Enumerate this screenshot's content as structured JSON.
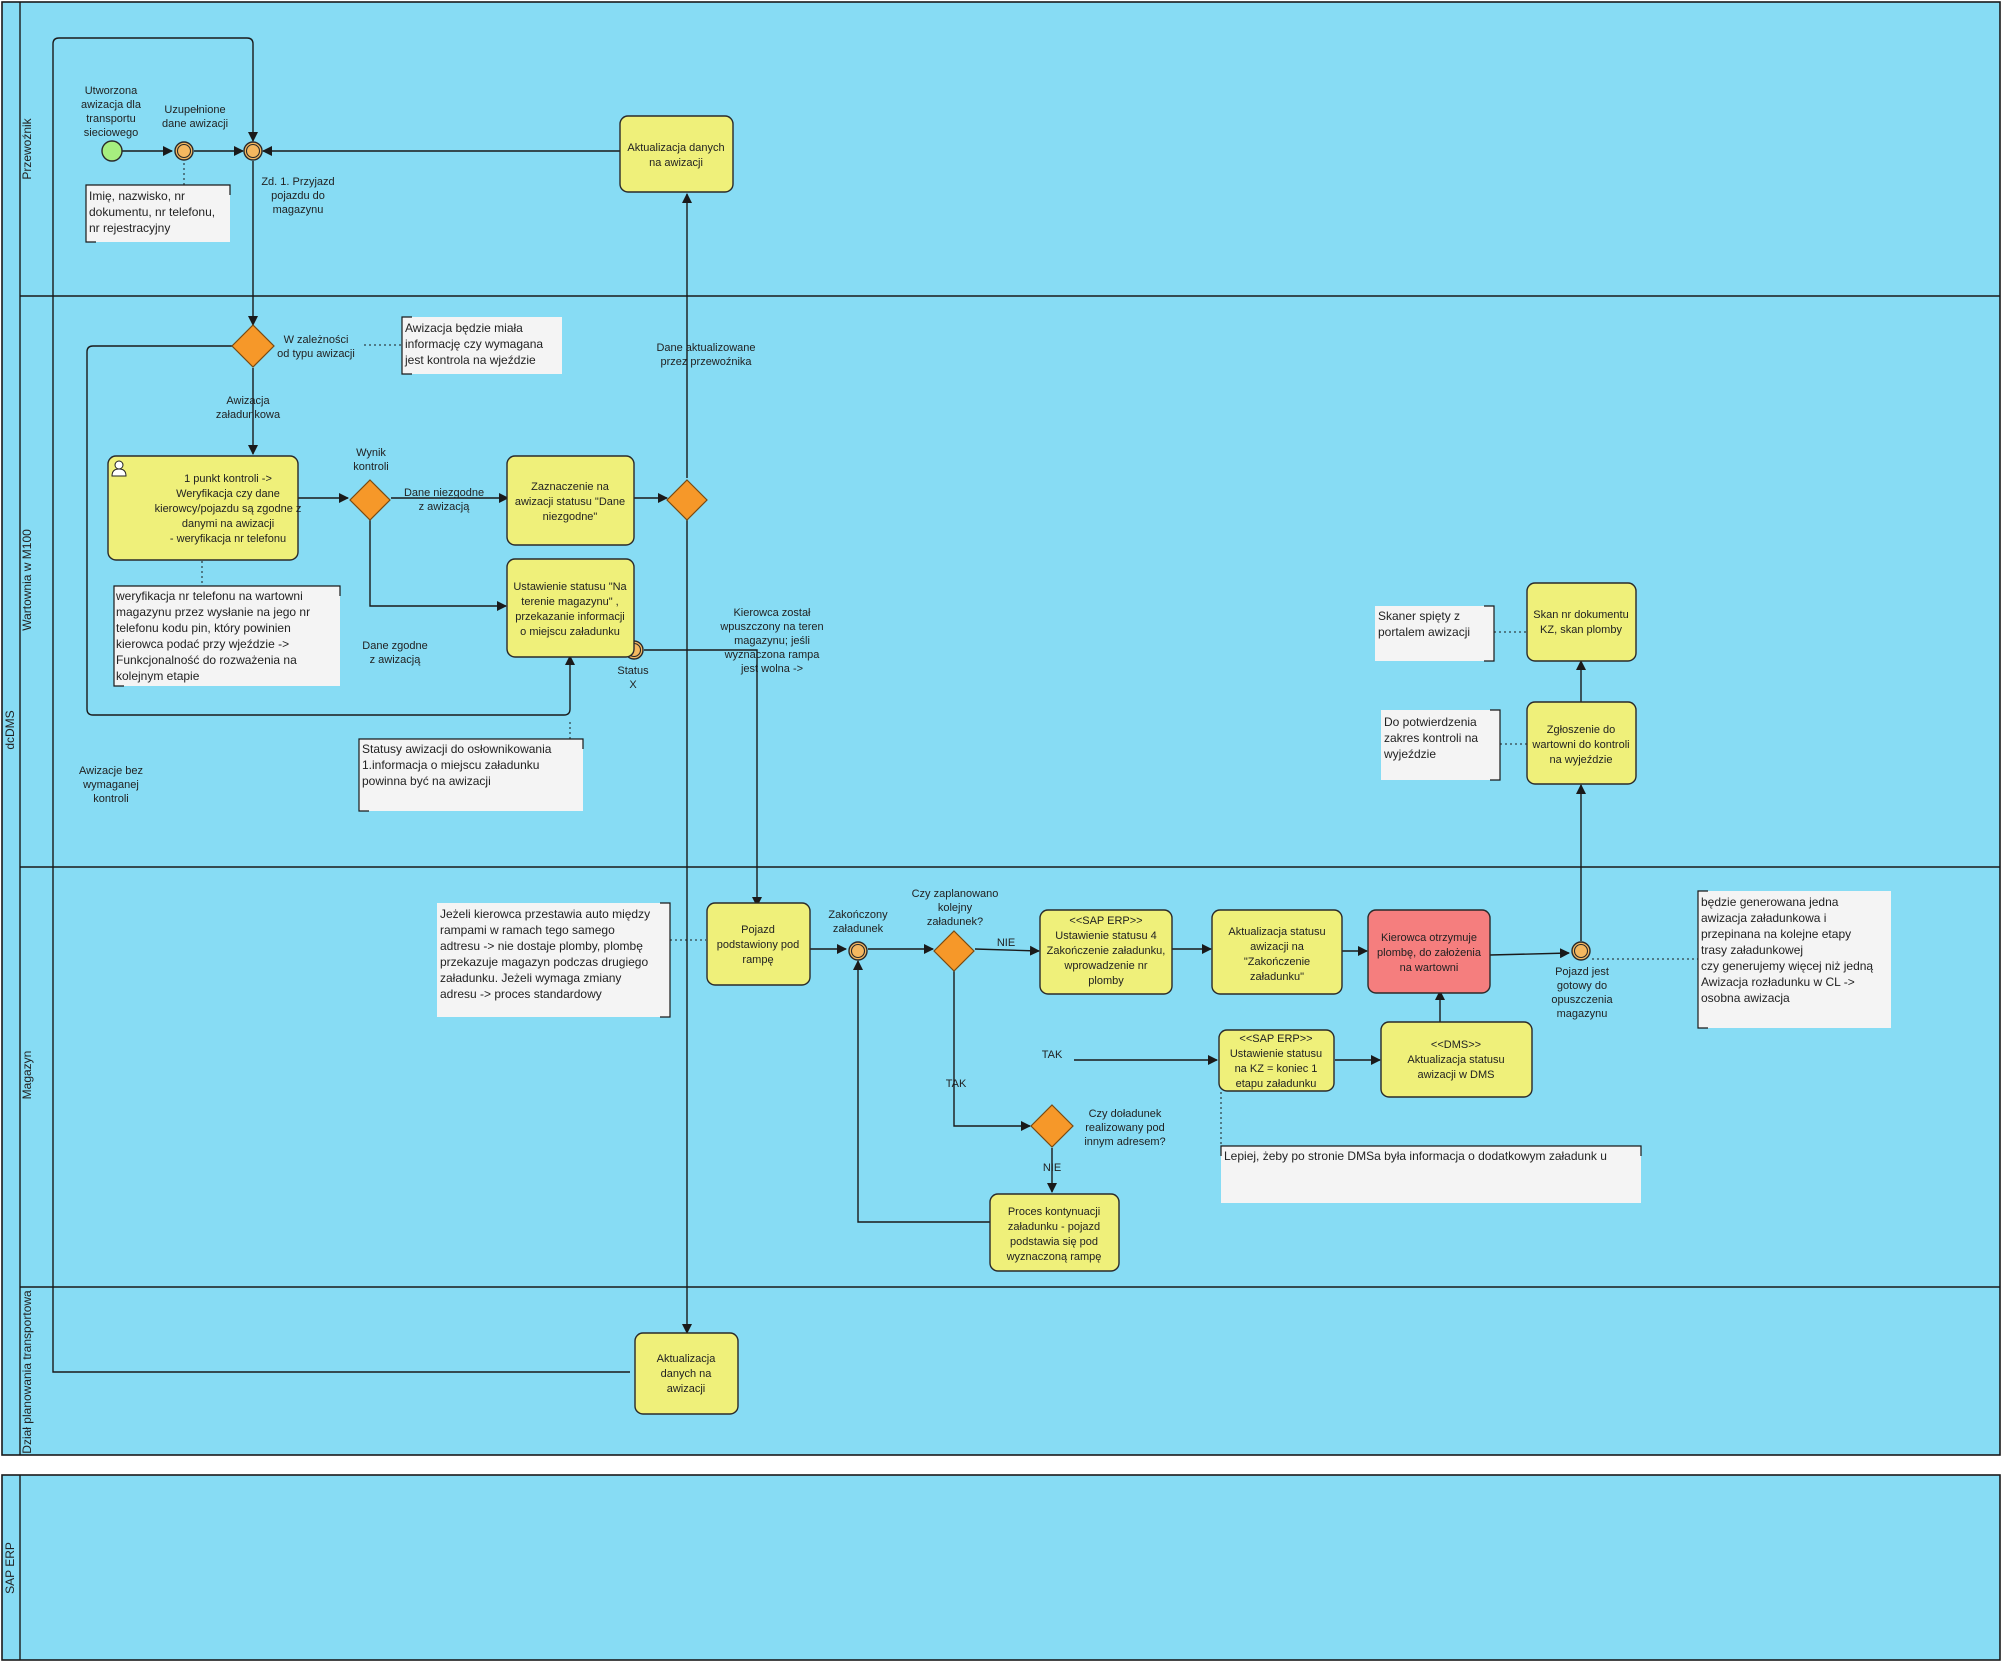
{
  "pools": {
    "dcdms": "dcDMS",
    "sap": "SAP ERP"
  },
  "lanes": {
    "przewoznik": "Przewoźnik",
    "wartownia": "Wartownia w M100",
    "magazyn": "Magazyn",
    "dzial": "Dział planowania transportowa"
  },
  "tasks": {
    "aktualizacja_przew": [
      "Aktualizacja danych",
      "na awizacji"
    ],
    "punkt_kontroli": [
      "1 punkt kontroli ->",
      "Weryfikacja czy dane",
      "kierowcy/pojazdu są zgodne z",
      "danymi na awizacji",
      "- weryfikacja nr telefonu"
    ],
    "zaznaczenie": [
      "Zaznaczenie na",
      "awizacji statusu \"Dane",
      "niezgodne\""
    ],
    "ustawienie_statusu": [
      "Ustawienie statusu \"Na",
      "terenie magazynu\" ,",
      "przekazanie informacji",
      "o miejscu załadunku"
    ],
    "skan": [
      "Skan nr dokumentu",
      "KZ, skan plomby"
    ],
    "zgloszenie": [
      "Zgłoszenie do",
      "wartowni do kontroli",
      "na wyjeździe"
    ],
    "pojazd_podstawiony": [
      "Pojazd",
      "podstawiony pod",
      "rampę"
    ],
    "sap_status4": [
      "<<SAP ERP>>",
      "Ustawienie statusu 4",
      "Zakończenie załadunku,",
      "wprowadzenie nr",
      "plomby"
    ],
    "aktualizacja_zak": [
      "Aktualizacja statusu",
      "awizacji na",
      "\"Zakończenie",
      "załadunku\""
    ],
    "kierowca_plombe": [
      "Kierowca otrzymuje",
      "plombę, do założenia",
      "na wartowni"
    ],
    "sap_kz": [
      "<<SAP ERP>>",
      "Ustawienie statusu",
      "na KZ = koniec 1",
      "etapu załadunku"
    ],
    "dms_akt": [
      "<<DMS>>",
      "Aktualizacja statusu",
      "awizacji w DMS"
    ],
    "proces_kont": [
      "Proces kontynuacji",
      "załadunku - pojazd",
      "podstawia się pod",
      "wyznaczoną rampę"
    ],
    "aktualizacja_dzial": [
      "Aktualizacja",
      "danych na",
      "awizacji"
    ]
  },
  "labels": {
    "utworzona": [
      "Utworzona",
      "awizacja dla",
      "transportu",
      "sieciowego"
    ],
    "uzupelnione": [
      "Uzupełnione",
      "dane awizacji"
    ],
    "przyjazd": [
      "Zd. 1. Przyjazd",
      "pojazdu do",
      "magazynu"
    ],
    "w_zaleznosci": [
      "W zależności",
      "od typu awizacji"
    ],
    "awizacja_zal": [
      "Awizacja",
      "załadunkowa"
    ],
    "wynik": [
      "Wynik",
      "kontroli"
    ],
    "dane_niezgodne": [
      "Dane niezgodne",
      "z awizacją"
    ],
    "dane_zgodne": [
      "Dane zgodne",
      "z awizacją"
    ],
    "dane_akt": [
      "Dane aktualizowane",
      "przez przewoźnika"
    ],
    "status_x": [
      "Status",
      "X"
    ],
    "kierowca_wpuszczony": [
      "Kierowca został",
      "wpuszczony na teren",
      "magazynu; jeśli",
      "wyznaczona rampa",
      "jest wolna ->"
    ],
    "awizacje_bez": [
      "Awizacje bez",
      "wymaganej",
      "kontroli"
    ],
    "zakonczony": [
      "Zakończony",
      "załadunek"
    ],
    "czy_zaplanowano": [
      "Czy zaplanowano",
      "kolejny",
      "załadunek?"
    ],
    "nie1": "NIE",
    "tak1": "TAK",
    "tak2": "TAK",
    "nie2": "NIE",
    "czy_doladunek": [
      "Czy doładunek",
      "realizowany pod",
      "innym adresem?"
    ],
    "pojazd_gotowy": [
      "Pojazd jest",
      "gotowy do",
      "opuszczenia",
      "magazynu"
    ]
  },
  "notes": {
    "imie": [
      "Imię, nazwisko, nr",
      "dokumentu, nr telefonu,",
      "nr rejestracyjny"
    ],
    "awizacja_info": [
      "Awizacja będzie miała",
      "informację czy wymagana",
      "jest kontrola na wjeździe"
    ],
    "weryfikacja": [
      " weryfikacja nr telefonu na wartowni",
      "magazynu przez wysłanie na jego nr",
      "telefonu kodu pin, który powinien",
      "kierowca podać przy wjeździe ->",
      "Funkcjonalność do rozważenia na",
      "kolejnym etapie"
    ],
    "statusy": [
      "Statusy awizacji do osłownikowania",
      "",
      "1.informacja o miejscu załadunku",
      "powinna być na awizacji"
    ],
    "skaner": [
      "Skaner spięty z",
      "portalem awizacji"
    ],
    "potwierdzenia": [
      "Do potwierdzenia",
      "zakres kontroli na",
      "wyjeździe"
    ],
    "przestawia": [
      "Jeżeli kierowca przestawia auto  między",
      "rampami w ramach tego samego",
      "adtresu -> nie dostaje plomby, plombę",
      "przekazuje magazyn podczas drugiego",
      "załadunku. Jeżeli wymaga zmiany",
      "adresu -> proces standardowy"
    ],
    "generowana": [
      "będzie generowana jedna",
      "awizacja załadunkowa i",
      "przepinana na kolejne etapy",
      "trasy  załadunkowej",
      "",
      "czy generujemy więcej niż jedną",
      "Awizacja rozładunku w CL ->",
      "osobna awizacja"
    ],
    "lepiej": [
      "Lepiej, żeby po stronie DMSa była informacja o dodatkowym załadunk u"
    ]
  }
}
